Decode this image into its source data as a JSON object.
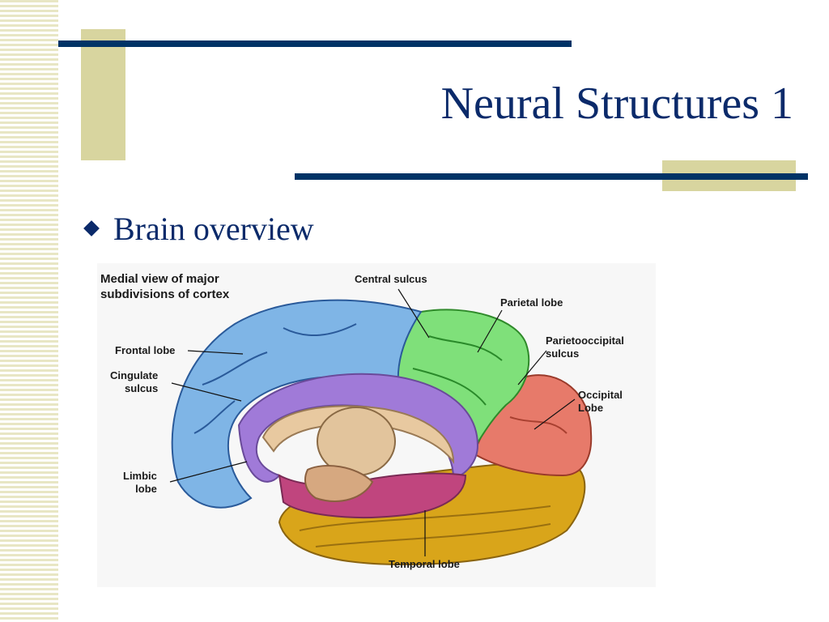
{
  "slide": {
    "title": "Neural Structures 1",
    "bullet": "Brain overview"
  },
  "figure": {
    "caption_line1": "Medial view of major",
    "caption_line2": "subdivisions of cortex",
    "labels": {
      "central_sulcus": "Central sulcus",
      "parietal_lobe": "Parietal lobe",
      "parietooccipital_line1": "Parietooccipital",
      "parietooccipital_line2": "sulcus",
      "frontal_lobe": "Frontal lobe",
      "cingulate_line1": "Cingulate",
      "cingulate_line2": "sulcus",
      "occipital_line1": "Occipital",
      "occipital_line2": "Lobe",
      "limbic_line1": "Limbic",
      "limbic_line2": "lobe",
      "temporal_lobe": "Temporal lobe"
    }
  },
  "colors": {
    "title": "#0b2a6a",
    "bar": "#003366",
    "accent_tan": "#d8d59f",
    "frontal": "#7fb5e6",
    "parietal": "#7fe07a",
    "occipital": "#e77a6a",
    "temporal": "#d9a51a",
    "limbic": "#a07ad8",
    "limbic_low": "#c0457e"
  }
}
